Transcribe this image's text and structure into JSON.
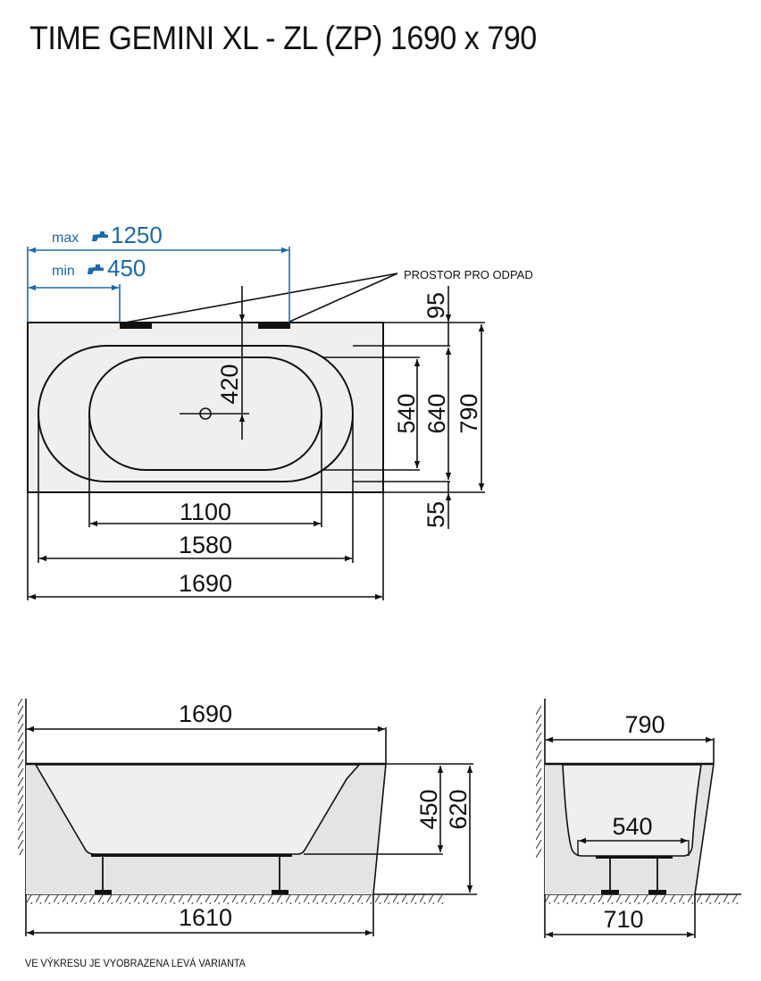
{
  "title": "TIME GEMINI XL - ZL (ZP) 1690 x 790",
  "footnote": "VE VÝKRESU JE VYOBRAZENA LEVÁ VARIANTA",
  "colors": {
    "line": "#111111",
    "tub_fill": "#efefef",
    "side_fill": "#e4e4e4",
    "faucet_blue": "#1a6aad"
  },
  "top_view": {
    "faucet_max": {
      "prefix": "max",
      "icon": "faucet-icon",
      "value": "1250"
    },
    "faucet_min": {
      "prefix": "min",
      "icon": "faucet-icon",
      "value": "450"
    },
    "drain_space_label": "PROSTOR PRO ODPAD",
    "dims": {
      "rim_offset_top": "95",
      "drain_center": "420",
      "inner_width": "540",
      "mid_width": "640",
      "total_width": "790",
      "rim_offset_bottom": "55",
      "inner_length": "1100",
      "mid_length": "1580",
      "total_length": "1690"
    }
  },
  "side_view": {
    "dims": {
      "total_length": "1690",
      "inner_depth": "450",
      "total_height": "620",
      "base_length": "1610"
    }
  },
  "end_view": {
    "dims": {
      "total_width": "790",
      "bottom_width": "540",
      "base_width": "710"
    }
  }
}
